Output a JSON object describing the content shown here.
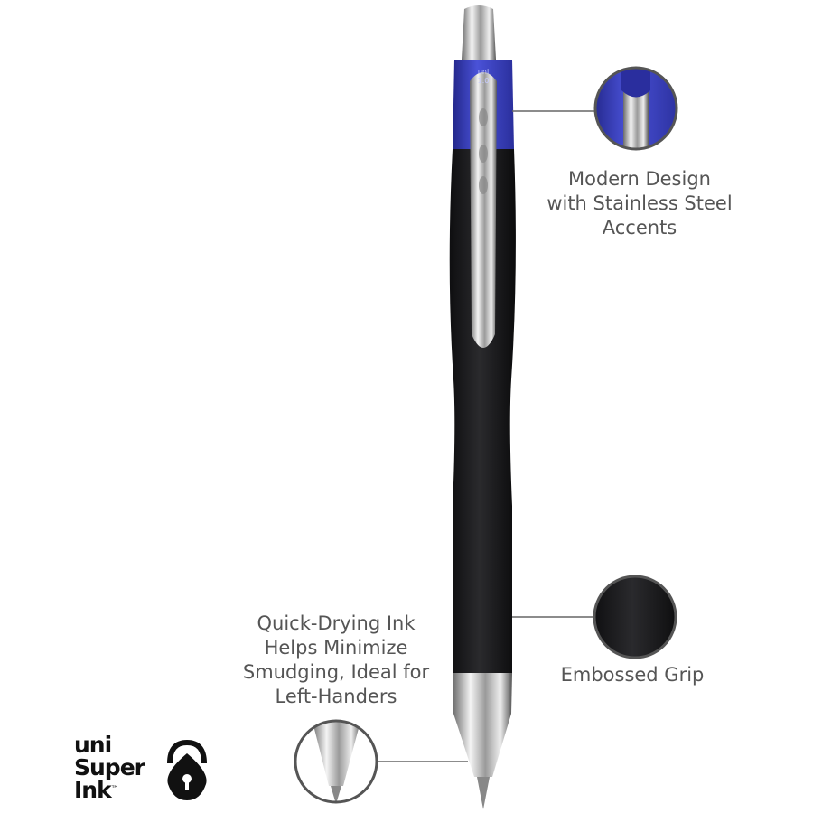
{
  "callouts": {
    "design": {
      "lines": [
        "Modern Design",
        "with Stainless Steel",
        "Accents"
      ]
    },
    "grip": {
      "lines": [
        "Embossed Grip"
      ]
    },
    "ink": {
      "lines": [
        "Quick-Drying Ink",
        "Helps Minimize",
        "Smudging, Ideal for",
        "Left-Handers"
      ]
    }
  },
  "pen_label": {
    "brand": "uni",
    "size": "1.0"
  },
  "logo": {
    "line1": "uni",
    "line2": "Super",
    "line3": "Ink",
    "trademark": "™",
    "icon": "padlock-icon"
  },
  "colors": {
    "accent_blue": "#3a3fc0",
    "body": "#1c1c1e",
    "text": "#555555"
  }
}
